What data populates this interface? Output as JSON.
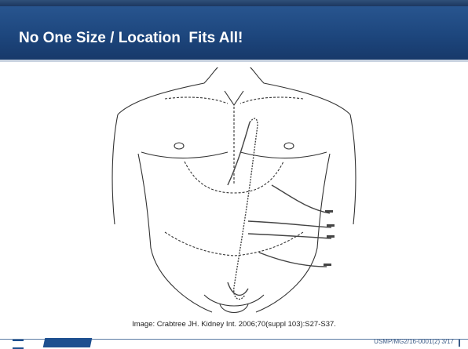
{
  "slide": {
    "title": "No One Size / Location  Fits All!",
    "caption": "Image:  Crabtree JH. Kidney  Int. 2006;70(suppl 103):S27-S37.",
    "footer_code": "USMP/MG2/16-0001(2)  3/17"
  },
  "figure": {
    "subject": "torso-catheter-diagram"
  },
  "colors": {
    "title_bar": "#1d467d",
    "title_text": "#ffffff",
    "footer_accent": "#1d4f8f"
  }
}
